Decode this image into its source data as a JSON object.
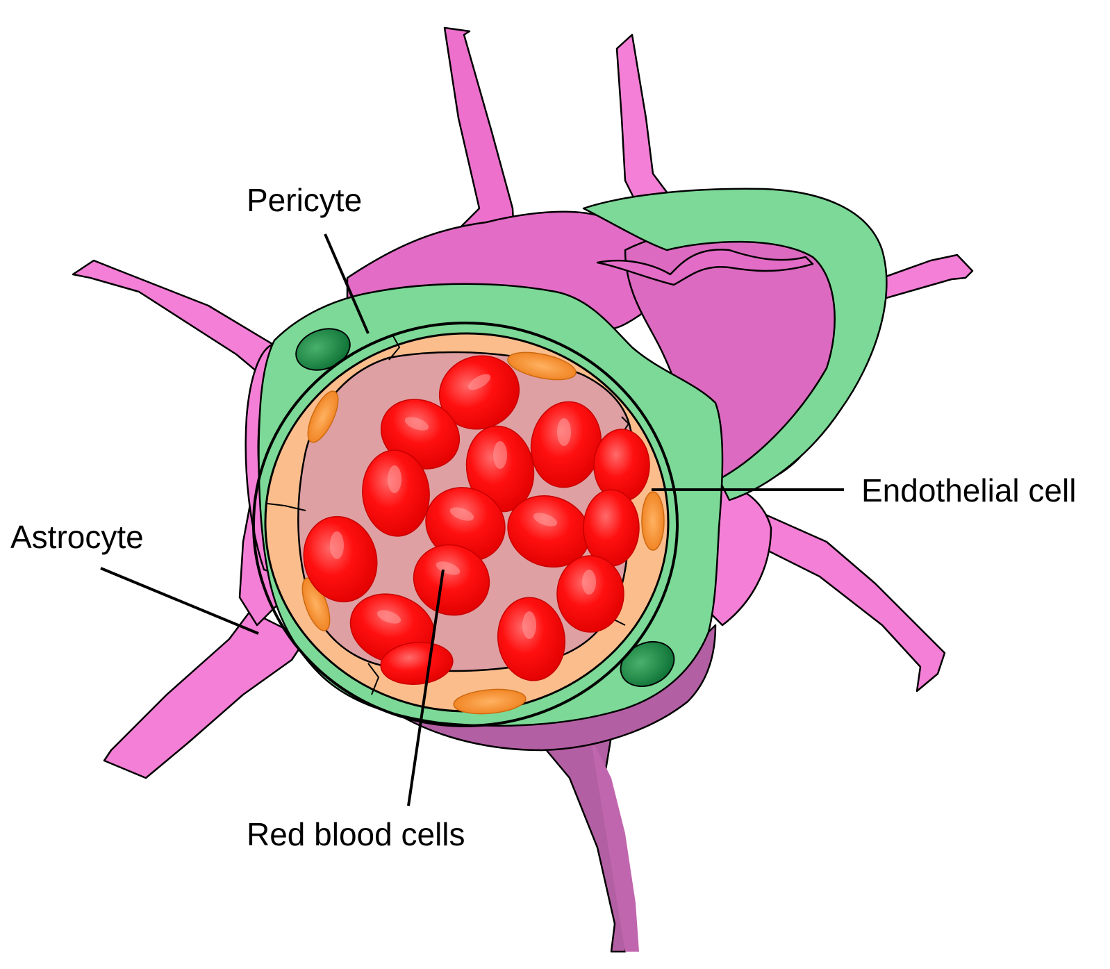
{
  "labels": {
    "pericyte": "Pericyte",
    "endothelial": "Endothelial cell",
    "astrocyte": "Astrocyte",
    "rbc": "Red blood cells"
  },
  "colors": {
    "astrocyte_light": "#f47fd6",
    "astrocyte_mid": "#e36cc6",
    "astrocyte_dark": "#b35fa3",
    "astrocyte_shade": "#dc6ac0",
    "pericyte": "#7cd997",
    "pericyte_nucleus": "#1e8c47",
    "endothelial": "#fbbd8c",
    "endothelial_nucleus": "#f48b2a",
    "lumen": "#dfa0a3",
    "rbc": "#ff0d0d",
    "line": "#000000"
  }
}
